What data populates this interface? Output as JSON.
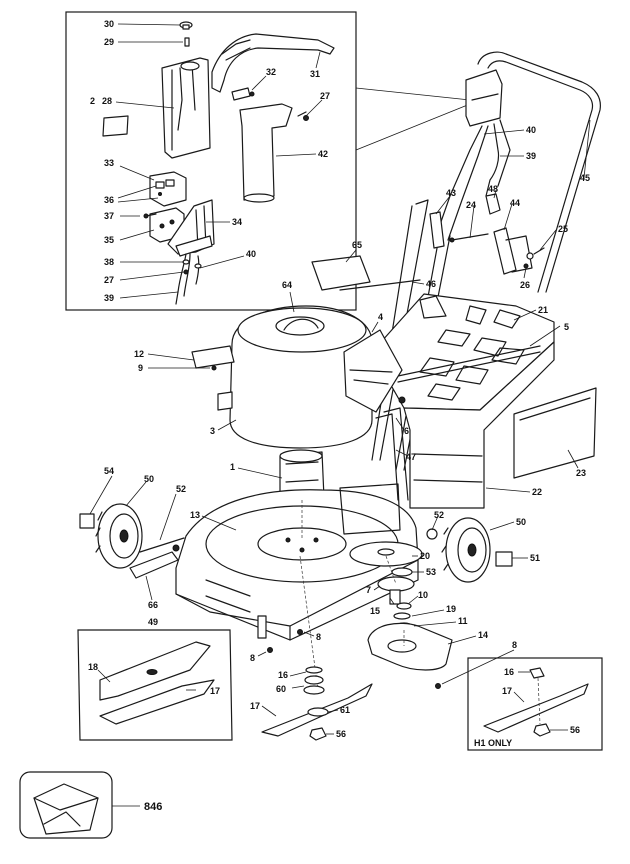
{
  "diagram": {
    "labels": {
      "l30": "30",
      "l29": "29",
      "l31": "31",
      "l32": "32",
      "l27a": "27",
      "l2": "2",
      "l28": "28",
      "l42": "42",
      "l33": "33",
      "l36": "36",
      "l37": "37",
      "l35": "35",
      "l34": "34",
      "l38": "38",
      "l27b": "27",
      "l40a": "40",
      "l39a": "39",
      "l40b": "40",
      "l39b": "39",
      "l45": "45",
      "l43": "43",
      "l24": "24",
      "l48": "48",
      "l44": "44",
      "l25": "25",
      "l26": "26",
      "l65": "65",
      "l64": "64",
      "l46": "46",
      "l21": "21",
      "l4": "4",
      "l5": "5",
      "l12": "12",
      "l9": "9",
      "l3": "3",
      "l6": "6",
      "l47": "47",
      "l23": "23",
      "l1": "1",
      "l54": "54",
      "l50a": "50",
      "l52a": "52",
      "l13": "13",
      "l22": "22",
      "l52b": "52",
      "l50b": "50",
      "l20": "20",
      "l53": "53",
      "l51": "51",
      "l7": "7",
      "l10": "10",
      "l15": "15",
      "l19": "19",
      "l11": "11",
      "l66": "66",
      "l49": "49",
      "l8a": "8",
      "l14": "14",
      "l8b": "8",
      "l8c": "8",
      "l18": "18",
      "l17a": "17",
      "l16a": "16",
      "l60": "60",
      "l17b": "17",
      "l61": "61",
      "l56a": "56",
      "l16b": "16",
      "l17c": "17",
      "l56b": "56",
      "l846": "846"
    },
    "inset_caption": "H1 ONLY"
  }
}
